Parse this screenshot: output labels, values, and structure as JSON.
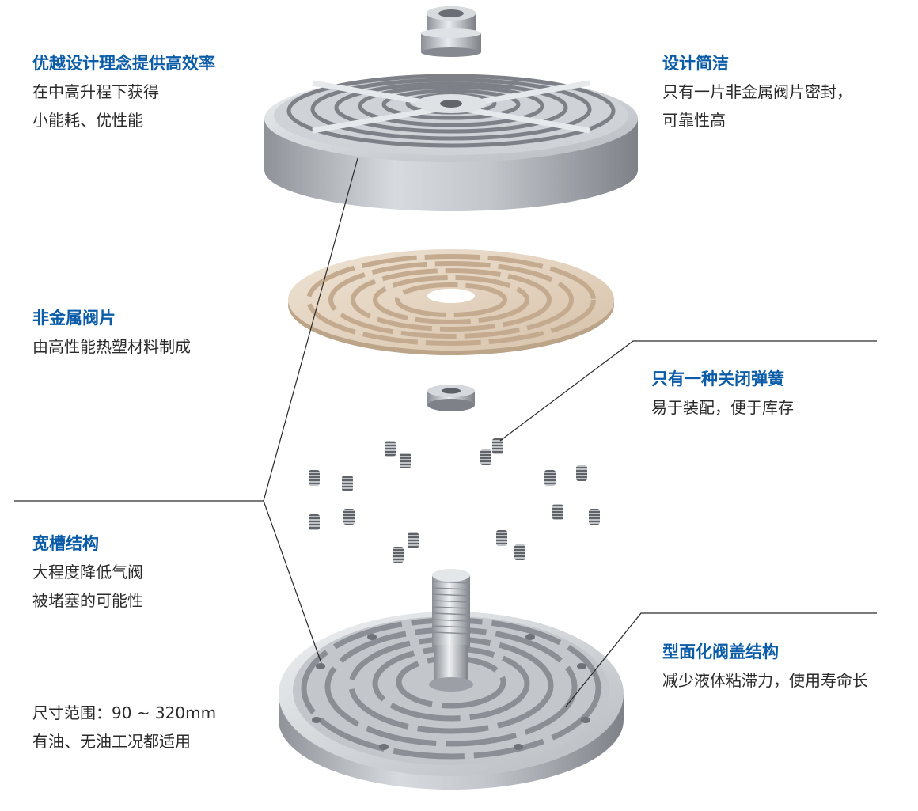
{
  "callouts": {
    "design_concept": {
      "title": "优越设计理念提供高效率",
      "lines": [
        "在中高升程下获得",
        "小能耗、优性能"
      ]
    },
    "simple_design": {
      "title": "设计简洁",
      "lines": [
        "只有一片非金属阀片密封，",
        "可靠性高"
      ]
    },
    "nonmetal_plate": {
      "title": "非金属阀片",
      "lines": [
        "由高性能热塑材料制成"
      ]
    },
    "single_spring": {
      "title": "只有一种关闭弹簧",
      "lines": [
        "易于装配，便于库存"
      ]
    },
    "wide_slot": {
      "title": "宽槽结构",
      "lines": [
        "大程度降低气阀",
        "被堵塞的可能性"
      ]
    },
    "profiled_cover": {
      "title": "型面化阀盖结构",
      "lines": [
        "减少液体粘滞力，使用寿命长"
      ]
    }
  },
  "spec": {
    "lines": [
      "尺寸范围：90 ~ 320mm",
      "有油、无油工况都适用"
    ]
  },
  "colors": {
    "accent": "#0b5ca8",
    "text": "#2a2a2a",
    "plate": "#e4d3bf",
    "metal": "#b4b8bd"
  }
}
